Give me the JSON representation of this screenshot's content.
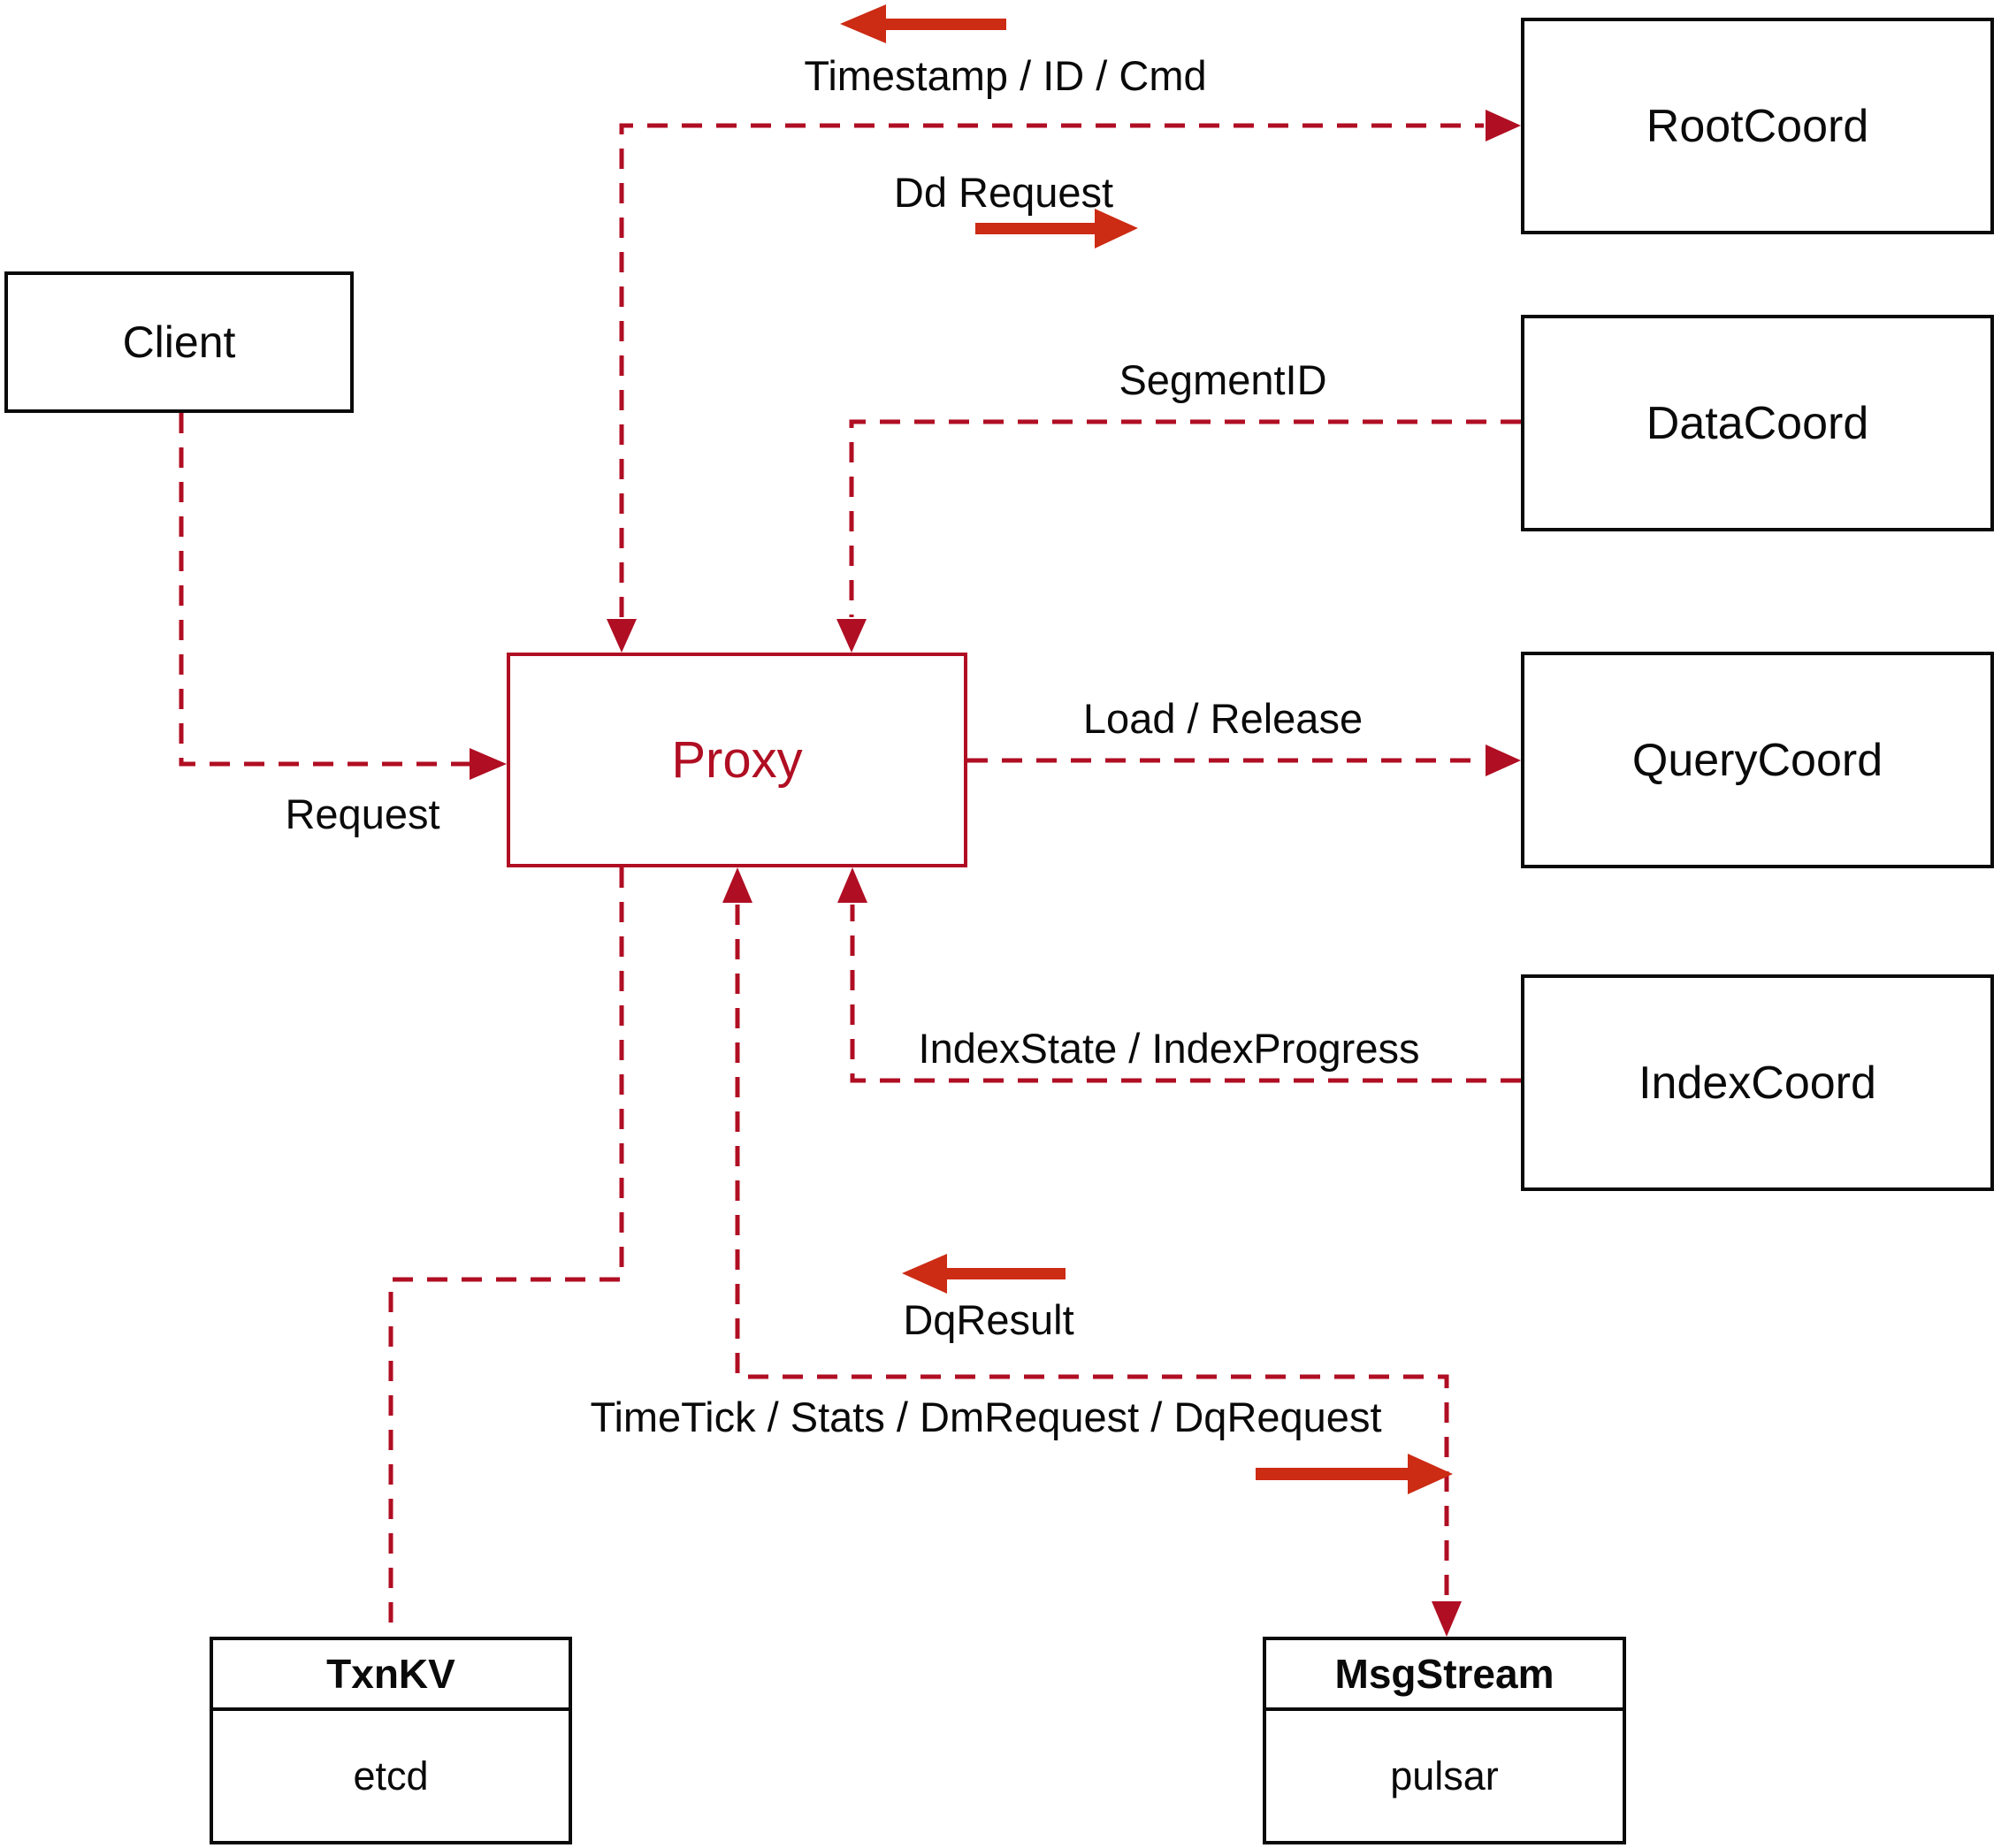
{
  "nodes": {
    "client": {
      "label": "Client"
    },
    "proxy": {
      "label": "Proxy"
    },
    "root_coord": {
      "label": "RootCoord"
    },
    "data_coord": {
      "label": "DataCoord"
    },
    "query_coord": {
      "label": "QueryCoord"
    },
    "index_coord": {
      "label": "IndexCoord"
    },
    "txn_kv": {
      "title": "TxnKV",
      "impl": "etcd"
    },
    "msg_stream": {
      "title": "MsgStream",
      "impl": "pulsar"
    }
  },
  "edge_labels": {
    "request": "Request",
    "timestamp_id_cmd": "Timestamp / ID / Cmd",
    "dd_request": "Dd Request",
    "segment_id": "SegmentID",
    "load_release": "Load / Release",
    "index_state": "IndexState / IndexProgress",
    "dq_result": "DqResult",
    "time_tick": "TimeTick / Stats / DmRequest / DqRequest"
  },
  "colors": {
    "dashed_line": "#b00e23",
    "solid_arrow": "#cc2b14",
    "proxy_accent": "#b00e23",
    "box_border": "#0a0a0a",
    "background": "#ffffff"
  }
}
